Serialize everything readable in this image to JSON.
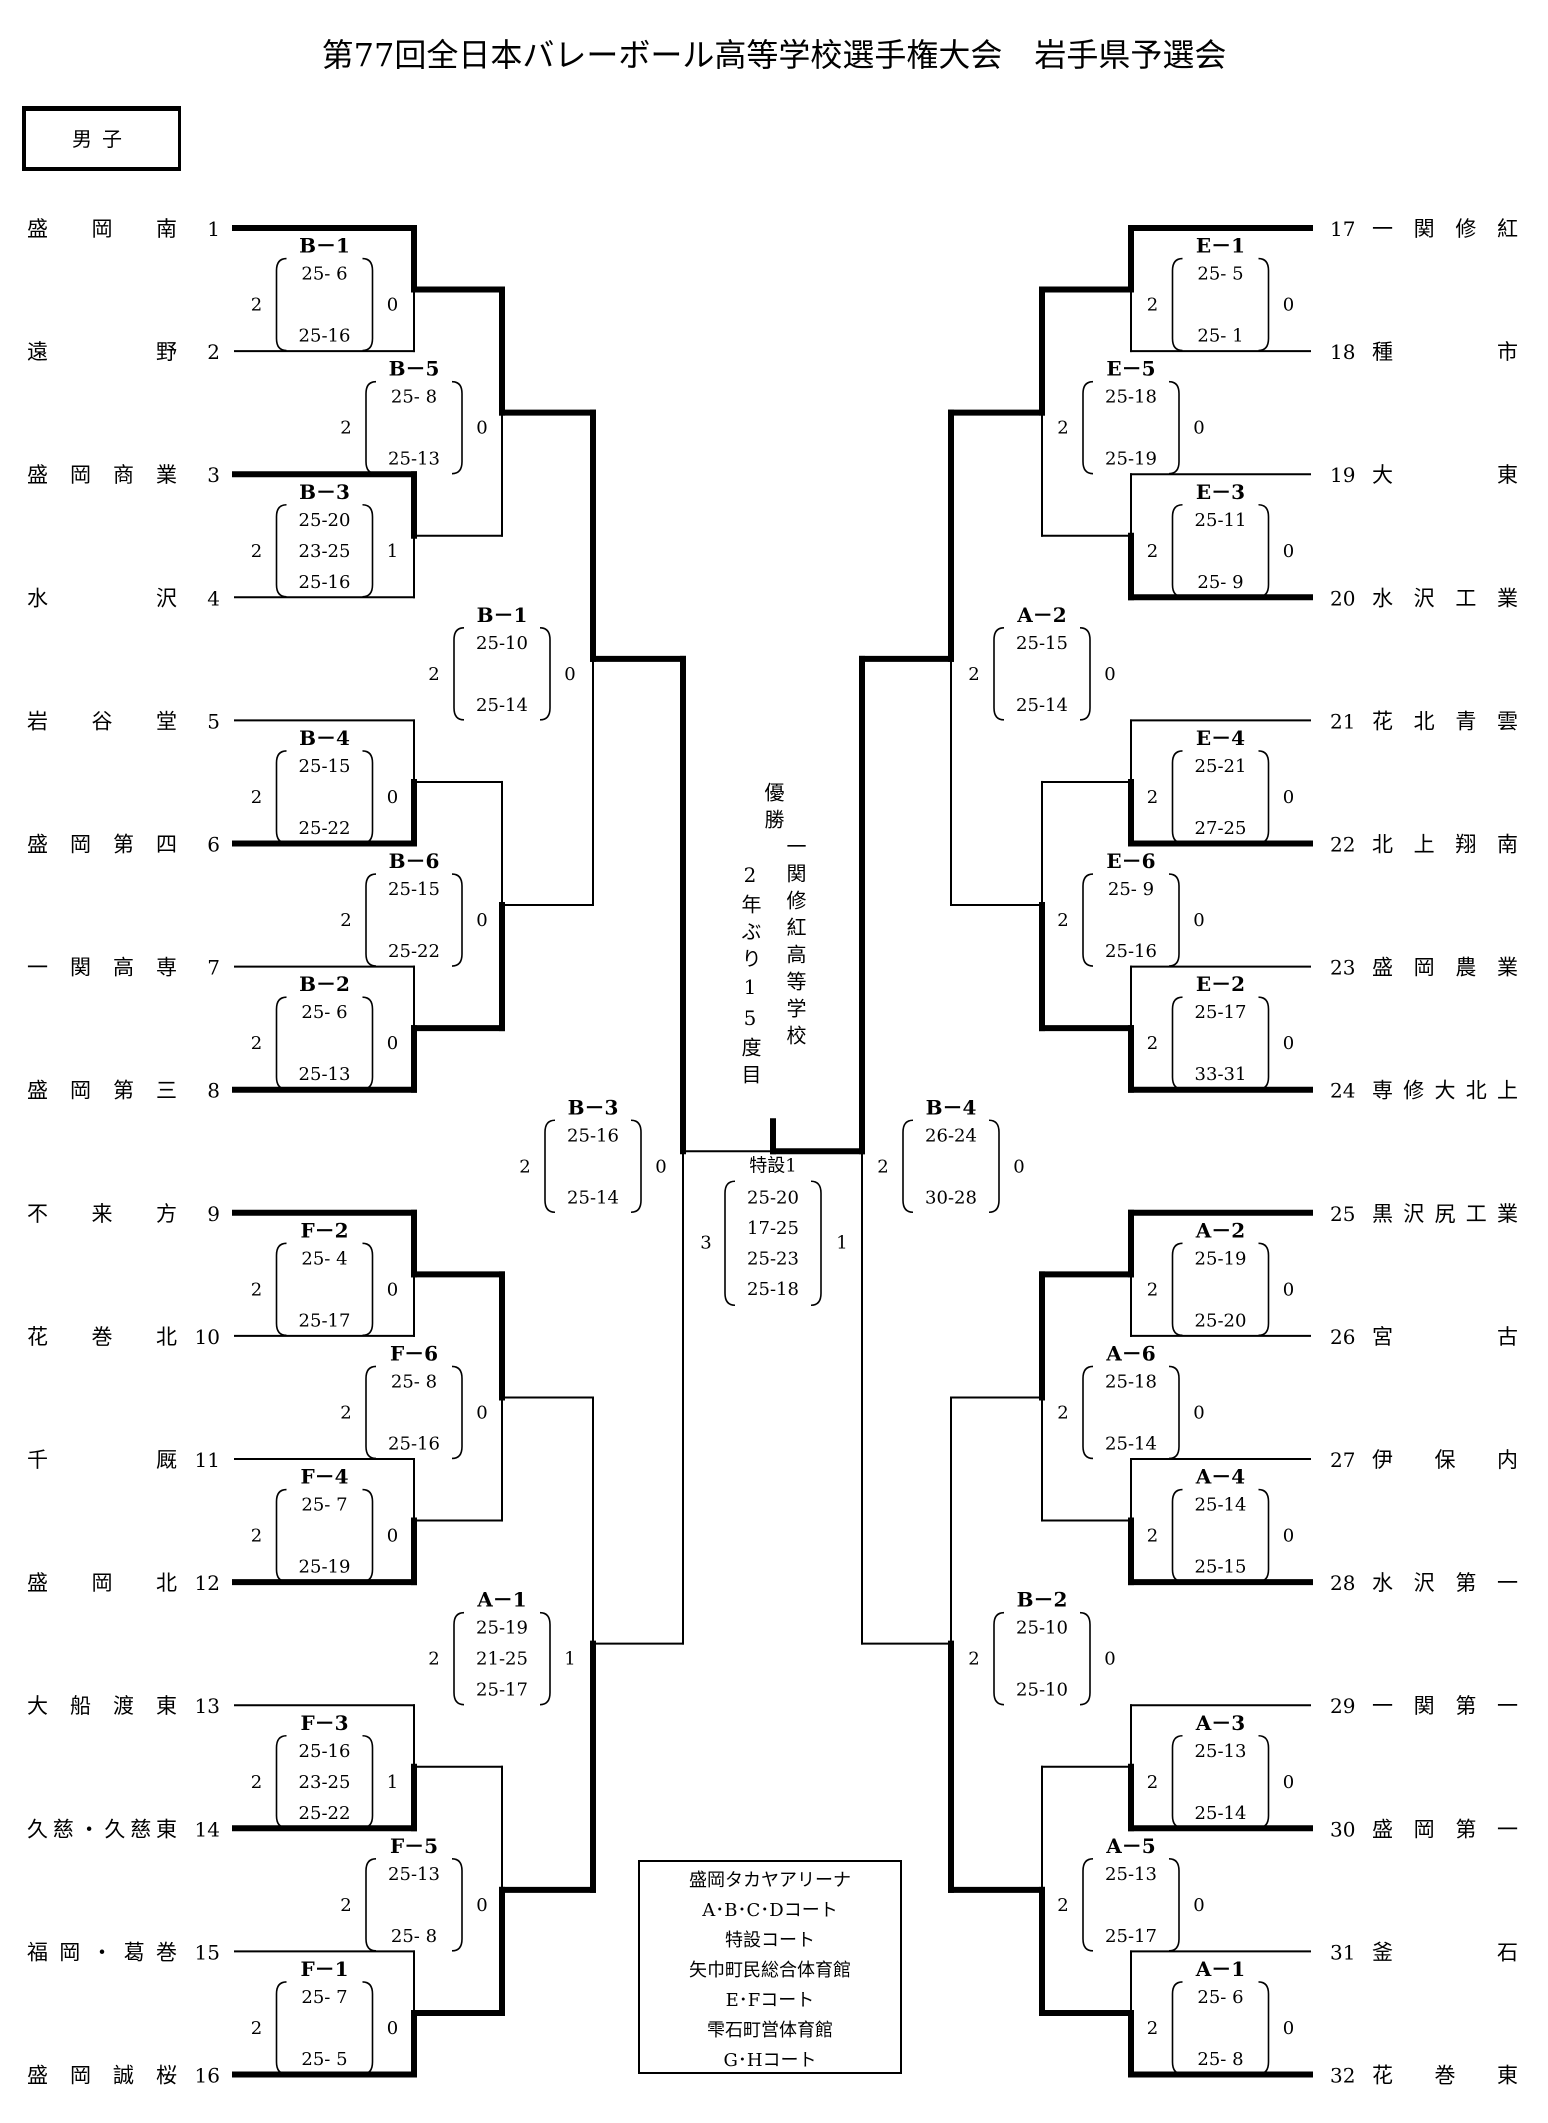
{
  "title": "第77回全日本バレーボール高等学校選手権大会　岩手県予選会",
  "category": "男子",
  "champion": {
    "heading": "優勝",
    "school": "一関修紅高等学校",
    "note": "2年ぶり15度目"
  },
  "venues": [
    "盛岡タカヤアリーナ",
    "A･B･C･Dコート",
    "特設コート",
    "矢巾町民総合体育館",
    "E･Fコート",
    "雫石町営体育館",
    "G･Hコート"
  ],
  "left": {
    "teams": [
      {
        "seed": "1",
        "name": "盛岡南"
      },
      {
        "seed": "2",
        "name": "遠野"
      },
      {
        "seed": "3",
        "name": "盛岡商業"
      },
      {
        "seed": "4",
        "name": "水沢"
      },
      {
        "seed": "5",
        "name": "岩谷堂"
      },
      {
        "seed": "6",
        "name": "盛岡第四"
      },
      {
        "seed": "7",
        "name": "一関高専"
      },
      {
        "seed": "8",
        "name": "盛岡第三"
      },
      {
        "seed": "9",
        "name": "不来方"
      },
      {
        "seed": "10",
        "name": "花巻北"
      },
      {
        "seed": "11",
        "name": "千厩"
      },
      {
        "seed": "12",
        "name": "盛岡北"
      },
      {
        "seed": "13",
        "name": "大船渡東"
      },
      {
        "seed": "14",
        "name": "久慈・久慈東"
      },
      {
        "seed": "15",
        "name": "福岡・葛巻"
      },
      {
        "seed": "16",
        "name": "盛岡誠桜"
      }
    ],
    "rounds": [
      [
        {
          "label": "B－1",
          "sets": [
            "25- 6",
            "",
            "25-16"
          ],
          "score_left": "2",
          "score_right": "0",
          "winner": "top"
        },
        {
          "label": "B－3",
          "sets": [
            "25-20",
            "23-25",
            "25-16"
          ],
          "score_left": "2",
          "score_right": "1",
          "winner": "top"
        },
        {
          "label": "B－4",
          "sets": [
            "25-15",
            "",
            "25-22"
          ],
          "score_left": "2",
          "score_right": "0",
          "winner": "bottom"
        },
        {
          "label": "B－2",
          "sets": [
            "25- 6",
            "",
            "25-13"
          ],
          "score_left": "2",
          "score_right": "0",
          "winner": "bottom"
        },
        {
          "label": "F－2",
          "sets": [
            "25- 4",
            "",
            "25-17"
          ],
          "score_left": "2",
          "score_right": "0",
          "winner": "top"
        },
        {
          "label": "F－4",
          "sets": [
            "25- 7",
            "",
            "25-19"
          ],
          "score_left": "2",
          "score_right": "0",
          "winner": "bottom"
        },
        {
          "label": "F－3",
          "sets": [
            "25-16",
            "23-25",
            "25-22"
          ],
          "score_left": "2",
          "score_right": "1",
          "winner": "bottom"
        },
        {
          "label": "F－1",
          "sets": [
            "25- 7",
            "",
            "25- 5"
          ],
          "score_left": "2",
          "score_right": "0",
          "winner": "bottom"
        }
      ],
      [
        {
          "label": "B－5",
          "sets": [
            "25- 8",
            "",
            "25-13"
          ],
          "score_left": "2",
          "score_right": "0",
          "winner": "top"
        },
        {
          "label": "B－6",
          "sets": [
            "25-15",
            "",
            "25-22"
          ],
          "score_left": "2",
          "score_right": "0",
          "winner": "bottom"
        },
        {
          "label": "F－6",
          "sets": [
            "25- 8",
            "",
            "25-16"
          ],
          "score_left": "2",
          "score_right": "0",
          "winner": "top"
        },
        {
          "label": "F－5",
          "sets": [
            "25-13",
            "",
            "25- 8"
          ],
          "score_left": "2",
          "score_right": "0",
          "winner": "bottom"
        }
      ],
      [
        {
          "label": "B－1",
          "sets": [
            "25-10",
            "",
            "25-14"
          ],
          "score_left": "2",
          "score_right": "0",
          "winner": "top"
        },
        {
          "label": "A－1",
          "sets": [
            "25-19",
            "21-25",
            "25-17"
          ],
          "score_left": "2",
          "score_right": "1",
          "winner": "bottom"
        }
      ],
      [
        {
          "label": "B－3",
          "sets": [
            "25-16",
            "",
            "25-14"
          ],
          "score_left": "2",
          "score_right": "0",
          "winner": "top"
        }
      ]
    ]
  },
  "right": {
    "teams": [
      {
        "seed": "17",
        "name": "一関修紅"
      },
      {
        "seed": "18",
        "name": "種市"
      },
      {
        "seed": "19",
        "name": "大東"
      },
      {
        "seed": "20",
        "name": "水沢工業"
      },
      {
        "seed": "21",
        "name": "花北青雲"
      },
      {
        "seed": "22",
        "name": "北上翔南"
      },
      {
        "seed": "23",
        "name": "盛岡農業"
      },
      {
        "seed": "24",
        "name": "専修大北上"
      },
      {
        "seed": "25",
        "name": "黒沢尻工業"
      },
      {
        "seed": "26",
        "name": "宮古"
      },
      {
        "seed": "27",
        "name": "伊保内"
      },
      {
        "seed": "28",
        "name": "水沢第一"
      },
      {
        "seed": "29",
        "name": "一関第一"
      },
      {
        "seed": "30",
        "name": "盛岡第一"
      },
      {
        "seed": "31",
        "name": "釜石"
      },
      {
        "seed": "32",
        "name": "花巻東"
      }
    ],
    "rounds": [
      [
        {
          "label": "E－1",
          "sets": [
            "25- 5",
            "",
            "25- 1"
          ],
          "score_left": "2",
          "score_right": "0",
          "winner": "top"
        },
        {
          "label": "E－3",
          "sets": [
            "25-11",
            "",
            "25- 9"
          ],
          "score_left": "2",
          "score_right": "0",
          "winner": "bottom"
        },
        {
          "label": "E－4",
          "sets": [
            "25-21",
            "",
            "27-25"
          ],
          "score_left": "2",
          "score_right": "0",
          "winner": "bottom"
        },
        {
          "label": "E－2",
          "sets": [
            "25-17",
            "",
            "33-31"
          ],
          "score_left": "2",
          "score_right": "0",
          "winner": "bottom"
        },
        {
          "label": "A－2",
          "sets": [
            "25-19",
            "",
            "25-20"
          ],
          "score_left": "2",
          "score_right": "0",
          "winner": "top"
        },
        {
          "label": "A－4",
          "sets": [
            "25-14",
            "",
            "25-15"
          ],
          "score_left": "2",
          "score_right": "0",
          "winner": "bottom"
        },
        {
          "label": "A－3",
          "sets": [
            "25-13",
            "",
            "25-14"
          ],
          "score_left": "2",
          "score_right": "0",
          "winner": "bottom"
        },
        {
          "label": "A－1",
          "sets": [
            "25- 6",
            "",
            "25- 8"
          ],
          "score_left": "2",
          "score_right": "0",
          "winner": "bottom"
        }
      ],
      [
        {
          "label": "E－5",
          "sets": [
            "25-18",
            "",
            "25-19"
          ],
          "score_left": "2",
          "score_right": "0",
          "winner": "top"
        },
        {
          "label": "E－6",
          "sets": [
            "25- 9",
            "",
            "25-16"
          ],
          "score_left": "2",
          "score_right": "0",
          "winner": "bottom"
        },
        {
          "label": "A－6",
          "sets": [
            "25-18",
            "",
            "25-14"
          ],
          "score_left": "2",
          "score_right": "0",
          "winner": "top"
        },
        {
          "label": "A－5",
          "sets": [
            "25-13",
            "",
            "25-17"
          ],
          "score_left": "2",
          "score_right": "0",
          "winner": "bottom"
        }
      ],
      [
        {
          "label": "A－2",
          "sets": [
            "25-15",
            "",
            "25-14"
          ],
          "score_left": "2",
          "score_right": "0",
          "winner": "top"
        },
        {
          "label": "B－2",
          "sets": [
            "25-10",
            "",
            "25-10"
          ],
          "score_left": "2",
          "score_right": "0",
          "winner": "bottom"
        }
      ],
      [
        {
          "label": "B－4",
          "sets": [
            "26-24",
            "",
            "30-28"
          ],
          "score_left": "2",
          "score_right": "0",
          "winner": "top"
        }
      ]
    ]
  },
  "final": {
    "label": "特設1",
    "sets": [
      "25-20",
      "17-25",
      "25-23",
      "25-18"
    ],
    "score_left": "3",
    "score_right": "1",
    "winner": "right"
  }
}
